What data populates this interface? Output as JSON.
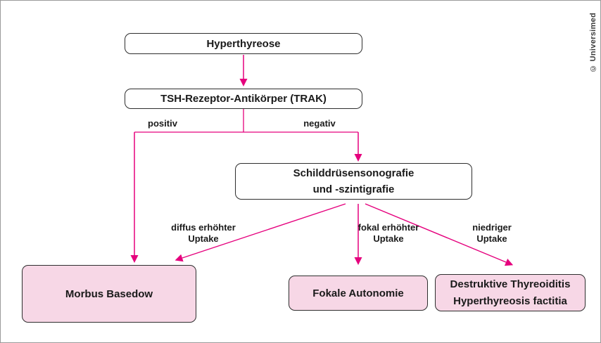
{
  "diagram": {
    "title_node": "Hyperthyreose",
    "colors": {
      "accent_magenta": "#e5007d",
      "pink_node_fill": "#f7d7e6",
      "node_border": "#2e2e2e",
      "frame_border": "#9a9a9a",
      "text": "#1a1a1a"
    },
    "nodes": {
      "hyperthyreose": {
        "label": "Hyperthyreose"
      },
      "trak": {
        "label": "TSH-Rezeptor-Antikörper (TRAK)"
      },
      "sono": {
        "label": "Schilddrüsensonografie\nund -szintigrafie"
      },
      "basedow": {
        "label": "Morbus Basedow"
      },
      "fokale": {
        "label": "Fokale Autonomie"
      },
      "destruktive": {
        "label": "Destruktive Thyreoiditis\nHyperthyreosis factitia"
      }
    },
    "edge_labels": {
      "positiv": {
        "label": "positiv"
      },
      "negativ": {
        "label": "negativ"
      },
      "diffus": {
        "label": "diffus erhöhter\nUptake"
      },
      "fokal": {
        "label": "fokal erhöhter\nUptake"
      },
      "niedrig": {
        "label": "niedriger\nUptake"
      }
    },
    "credit": "© Universimed"
  }
}
